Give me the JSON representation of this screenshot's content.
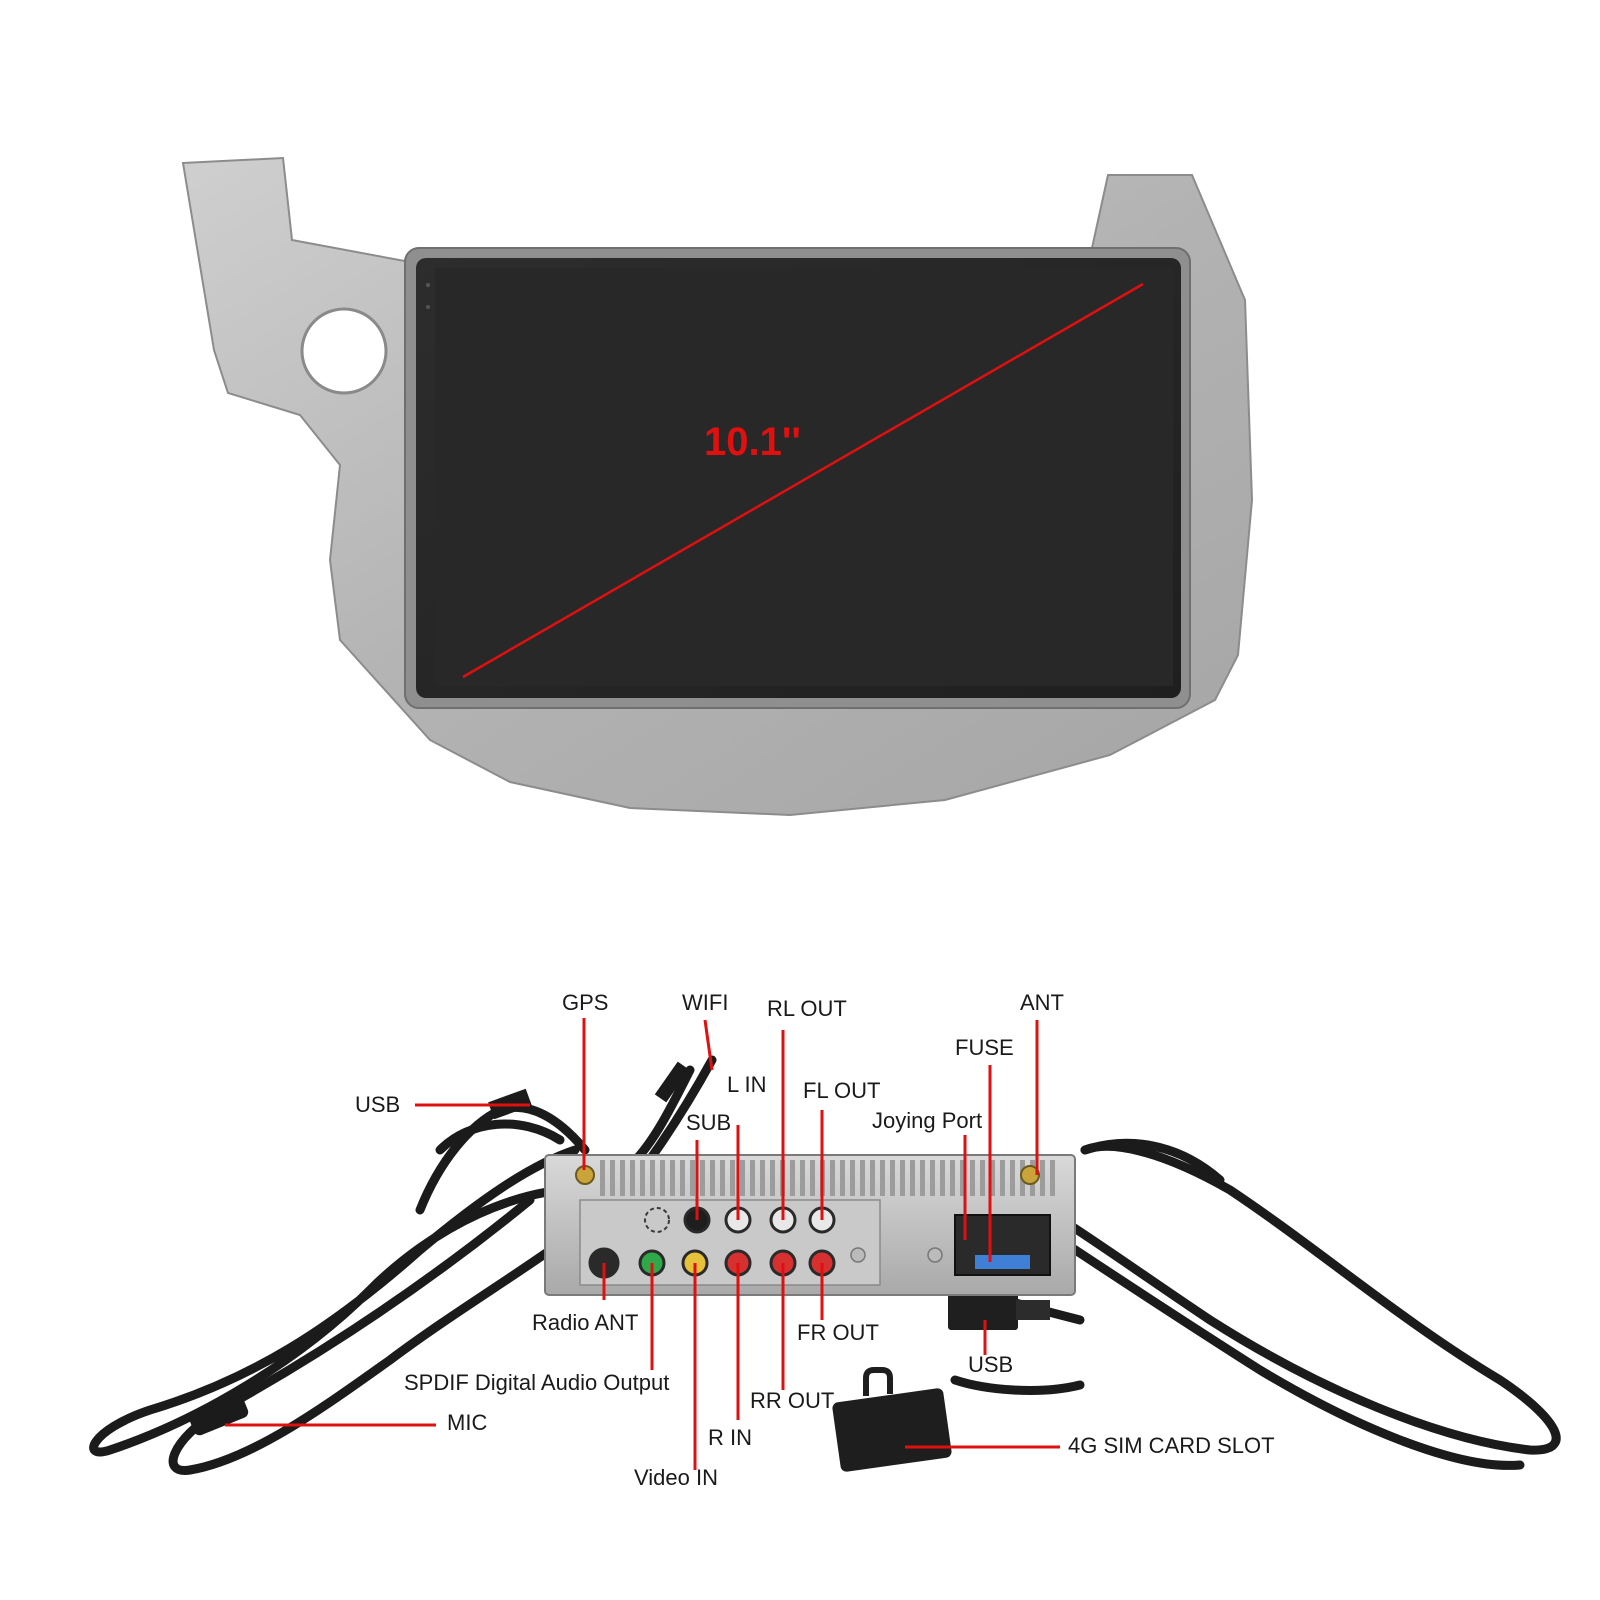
{
  "screen": {
    "diagonal_label": "10.1''",
    "colors": {
      "frame": "#b9b9b9",
      "bezel": "#9a9a9a",
      "screen": "#262626",
      "accent": "#e01010"
    }
  },
  "labels": {
    "gps": "GPS",
    "wifi": "WIFI",
    "rl_out": "RL OUT",
    "ant": "ANT",
    "fuse": "FUSE",
    "usb_left": "USB",
    "l_in": "L IN",
    "fl_out": "FL OUT",
    "joying_port": "Joying Port",
    "sub": "SUB",
    "radio_ant": "Radio ANT",
    "fr_out": "FR OUT",
    "usb_right": "USB",
    "spdif": "SPDIF Digital Audio Output",
    "rr_out": "RR OUT",
    "mic": "MIC",
    "r_in": "R IN",
    "sim_slot": "4G SIM CARD SLOT",
    "video_in": "Video IN"
  }
}
